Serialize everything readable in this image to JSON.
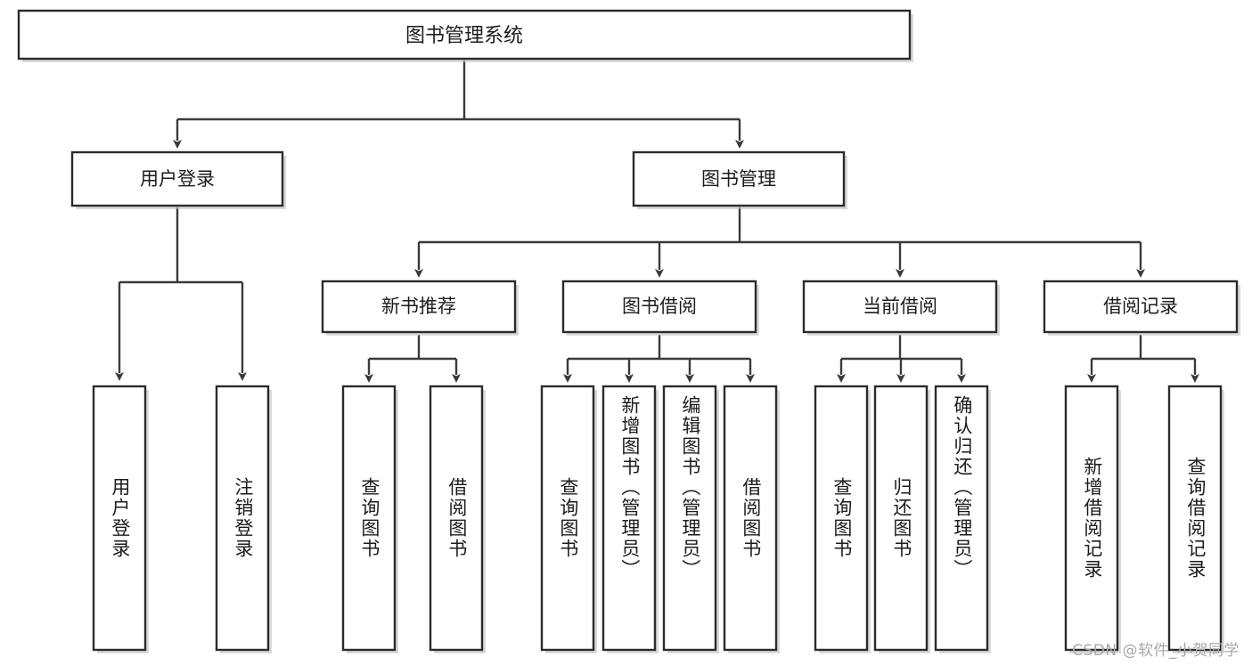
{
  "diagram": {
    "title": "图书管理系统",
    "type": "tree-hierarchy",
    "root": {
      "label": "图书管理系统"
    },
    "level1": [
      {
        "label": "用户登录"
      },
      {
        "label": "图书管理"
      }
    ],
    "level2": [
      {
        "label": "新书推荐"
      },
      {
        "label": "图书借阅"
      },
      {
        "label": "当前借阅"
      },
      {
        "label": "借阅记录"
      }
    ],
    "leaves": {
      "user_login": [
        {
          "label": "用户登录"
        },
        {
          "label": "注销登录"
        }
      ],
      "new_book_recommend": [
        {
          "label": "查询图书"
        },
        {
          "label": "借阅图书"
        }
      ],
      "book_borrow": [
        {
          "label": "查询图书"
        },
        {
          "label": "新增图书（管理员）"
        },
        {
          "label": "编辑图书（管理员）"
        },
        {
          "label": "借阅图书"
        }
      ],
      "current_borrow": [
        {
          "label": "查询图书"
        },
        {
          "label": "归还图书"
        },
        {
          "label": "确认归还（管理员）"
        }
      ],
      "borrow_record": [
        {
          "label": "新增借阅记录"
        },
        {
          "label": "查询借阅记录"
        }
      ]
    }
  },
  "watermark": {
    "text": "CSDN @软件_小贺同学"
  },
  "colors": {
    "box_stroke": "#2b2b2b",
    "connector": "#3a3a3a",
    "text": "#1c1c1c",
    "background": "#ffffff",
    "watermark": "#a8a8a8"
  }
}
